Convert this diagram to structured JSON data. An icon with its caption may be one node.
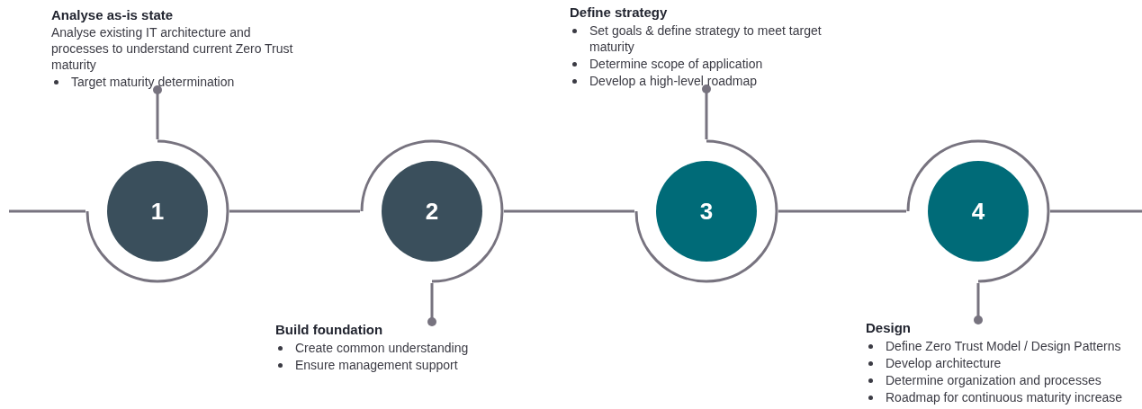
{
  "diagram": {
    "nodes": [
      {
        "text": [
          "1"
        ]
      },
      {
        "text": [
          "2"
        ]
      },
      {
        "text": [
          "3"
        ]
      },
      {
        "text": [
          "4"
        ]
      },
      {
        "text": [
          "Analyse as-is state",
          "Analyse existing IT architecture and processes to understand current Zero Trust maturity",
          "Target maturity determination"
        ]
      },
      {
        "text": [
          "Build foundation",
          "Create common understanding",
          "Ensure management support"
        ]
      },
      {
        "text": [
          "Define strategy",
          "Set goals & define strategy to meet target maturity",
          "Determine scope of application",
          "Develop a high-level roadmap"
        ]
      },
      {
        "text": [
          "Design",
          "Define Zero Trust Model / Design Patterns",
          "Develop architecture",
          "Determine organization and processes",
          "Roadmap for continuous maturity increase"
        ]
      }
    ],
    "edges": [
      {
        "from": null,
        "to": 0,
        "arrow": "none"
      },
      {
        "from": 0,
        "to": 1,
        "arrow": "none"
      },
      {
        "from": 1,
        "to": 2,
        "arrow": "none"
      },
      {
        "from": 2,
        "to": 3,
        "arrow": "none"
      },
      {
        "from": 3,
        "to": null,
        "arrow": "none"
      },
      {
        "from": 4,
        "to": 0,
        "arrow": "other"
      },
      {
        "from": 5,
        "to": 1,
        "arrow": "other"
      },
      {
        "from": 6,
        "to": 2,
        "arrow": "other"
      },
      {
        "from": 7,
        "to": 3,
        "arrow": "other"
      }
    ]
  }
}
